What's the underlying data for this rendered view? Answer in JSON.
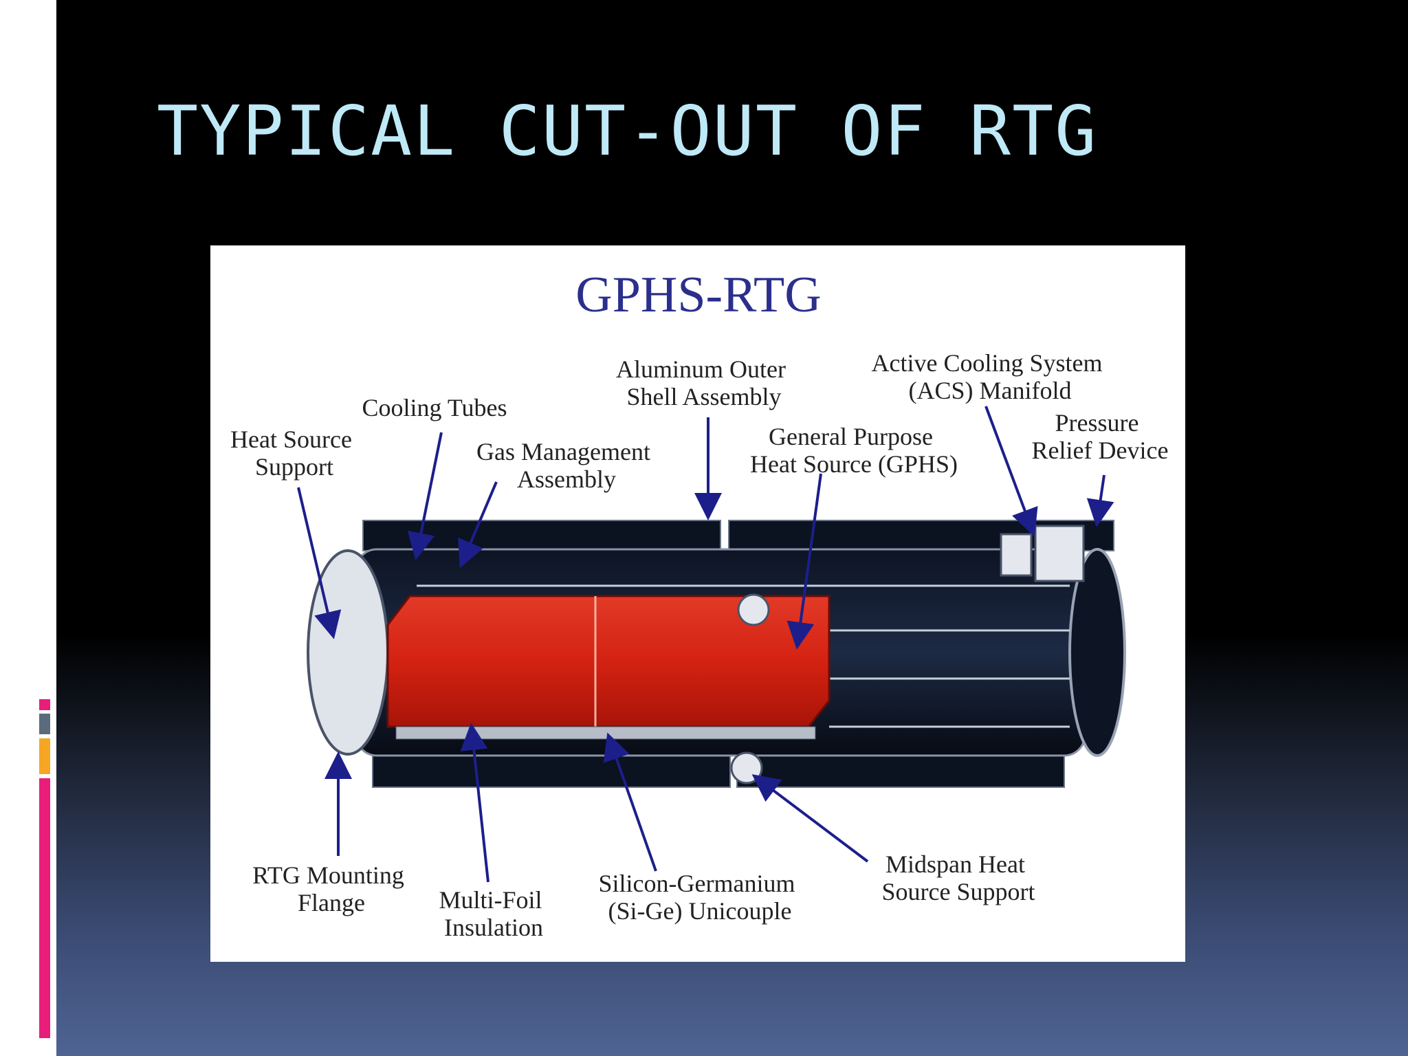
{
  "slide": {
    "title": "TYPICAL CUT-OUT OF RTG"
  },
  "diagram": {
    "heading": "GPHS-RTG",
    "labels": {
      "cooling_tubes": "Cooling Tubes",
      "heat_source_support": [
        "Heat Source",
        "Support"
      ],
      "gas_management": [
        "Gas Management",
        "Assembly"
      ],
      "aluminum_shell": [
        "Aluminum Outer",
        "Shell Assembly"
      ],
      "acs_manifold": [
        "Active Cooling System",
        "(ACS) Manifold"
      ],
      "gphs": [
        "General Purpose",
        "Heat Source (GPHS)"
      ],
      "pressure_relief": [
        "Pressure",
        "Relief Device"
      ],
      "mounting_flange": [
        "RTG Mounting",
        "Flange"
      ],
      "multifoil": [
        "Multi-Foil",
        "Insulation"
      ],
      "unicouple": [
        "Silicon-Germanium",
        "(Si-Ge) Unicouple"
      ],
      "midspan": [
        "Midspan Heat",
        "Source Support"
      ]
    }
  },
  "colors": {
    "title": "#bfe9f6",
    "heading": "#2a2f8c",
    "arrow": "#1c1f8a",
    "heat_source": "#d42212",
    "accent_pink": "#e91e7a",
    "accent_gray": "#5a6b7c",
    "accent_orange": "#f5a623"
  }
}
